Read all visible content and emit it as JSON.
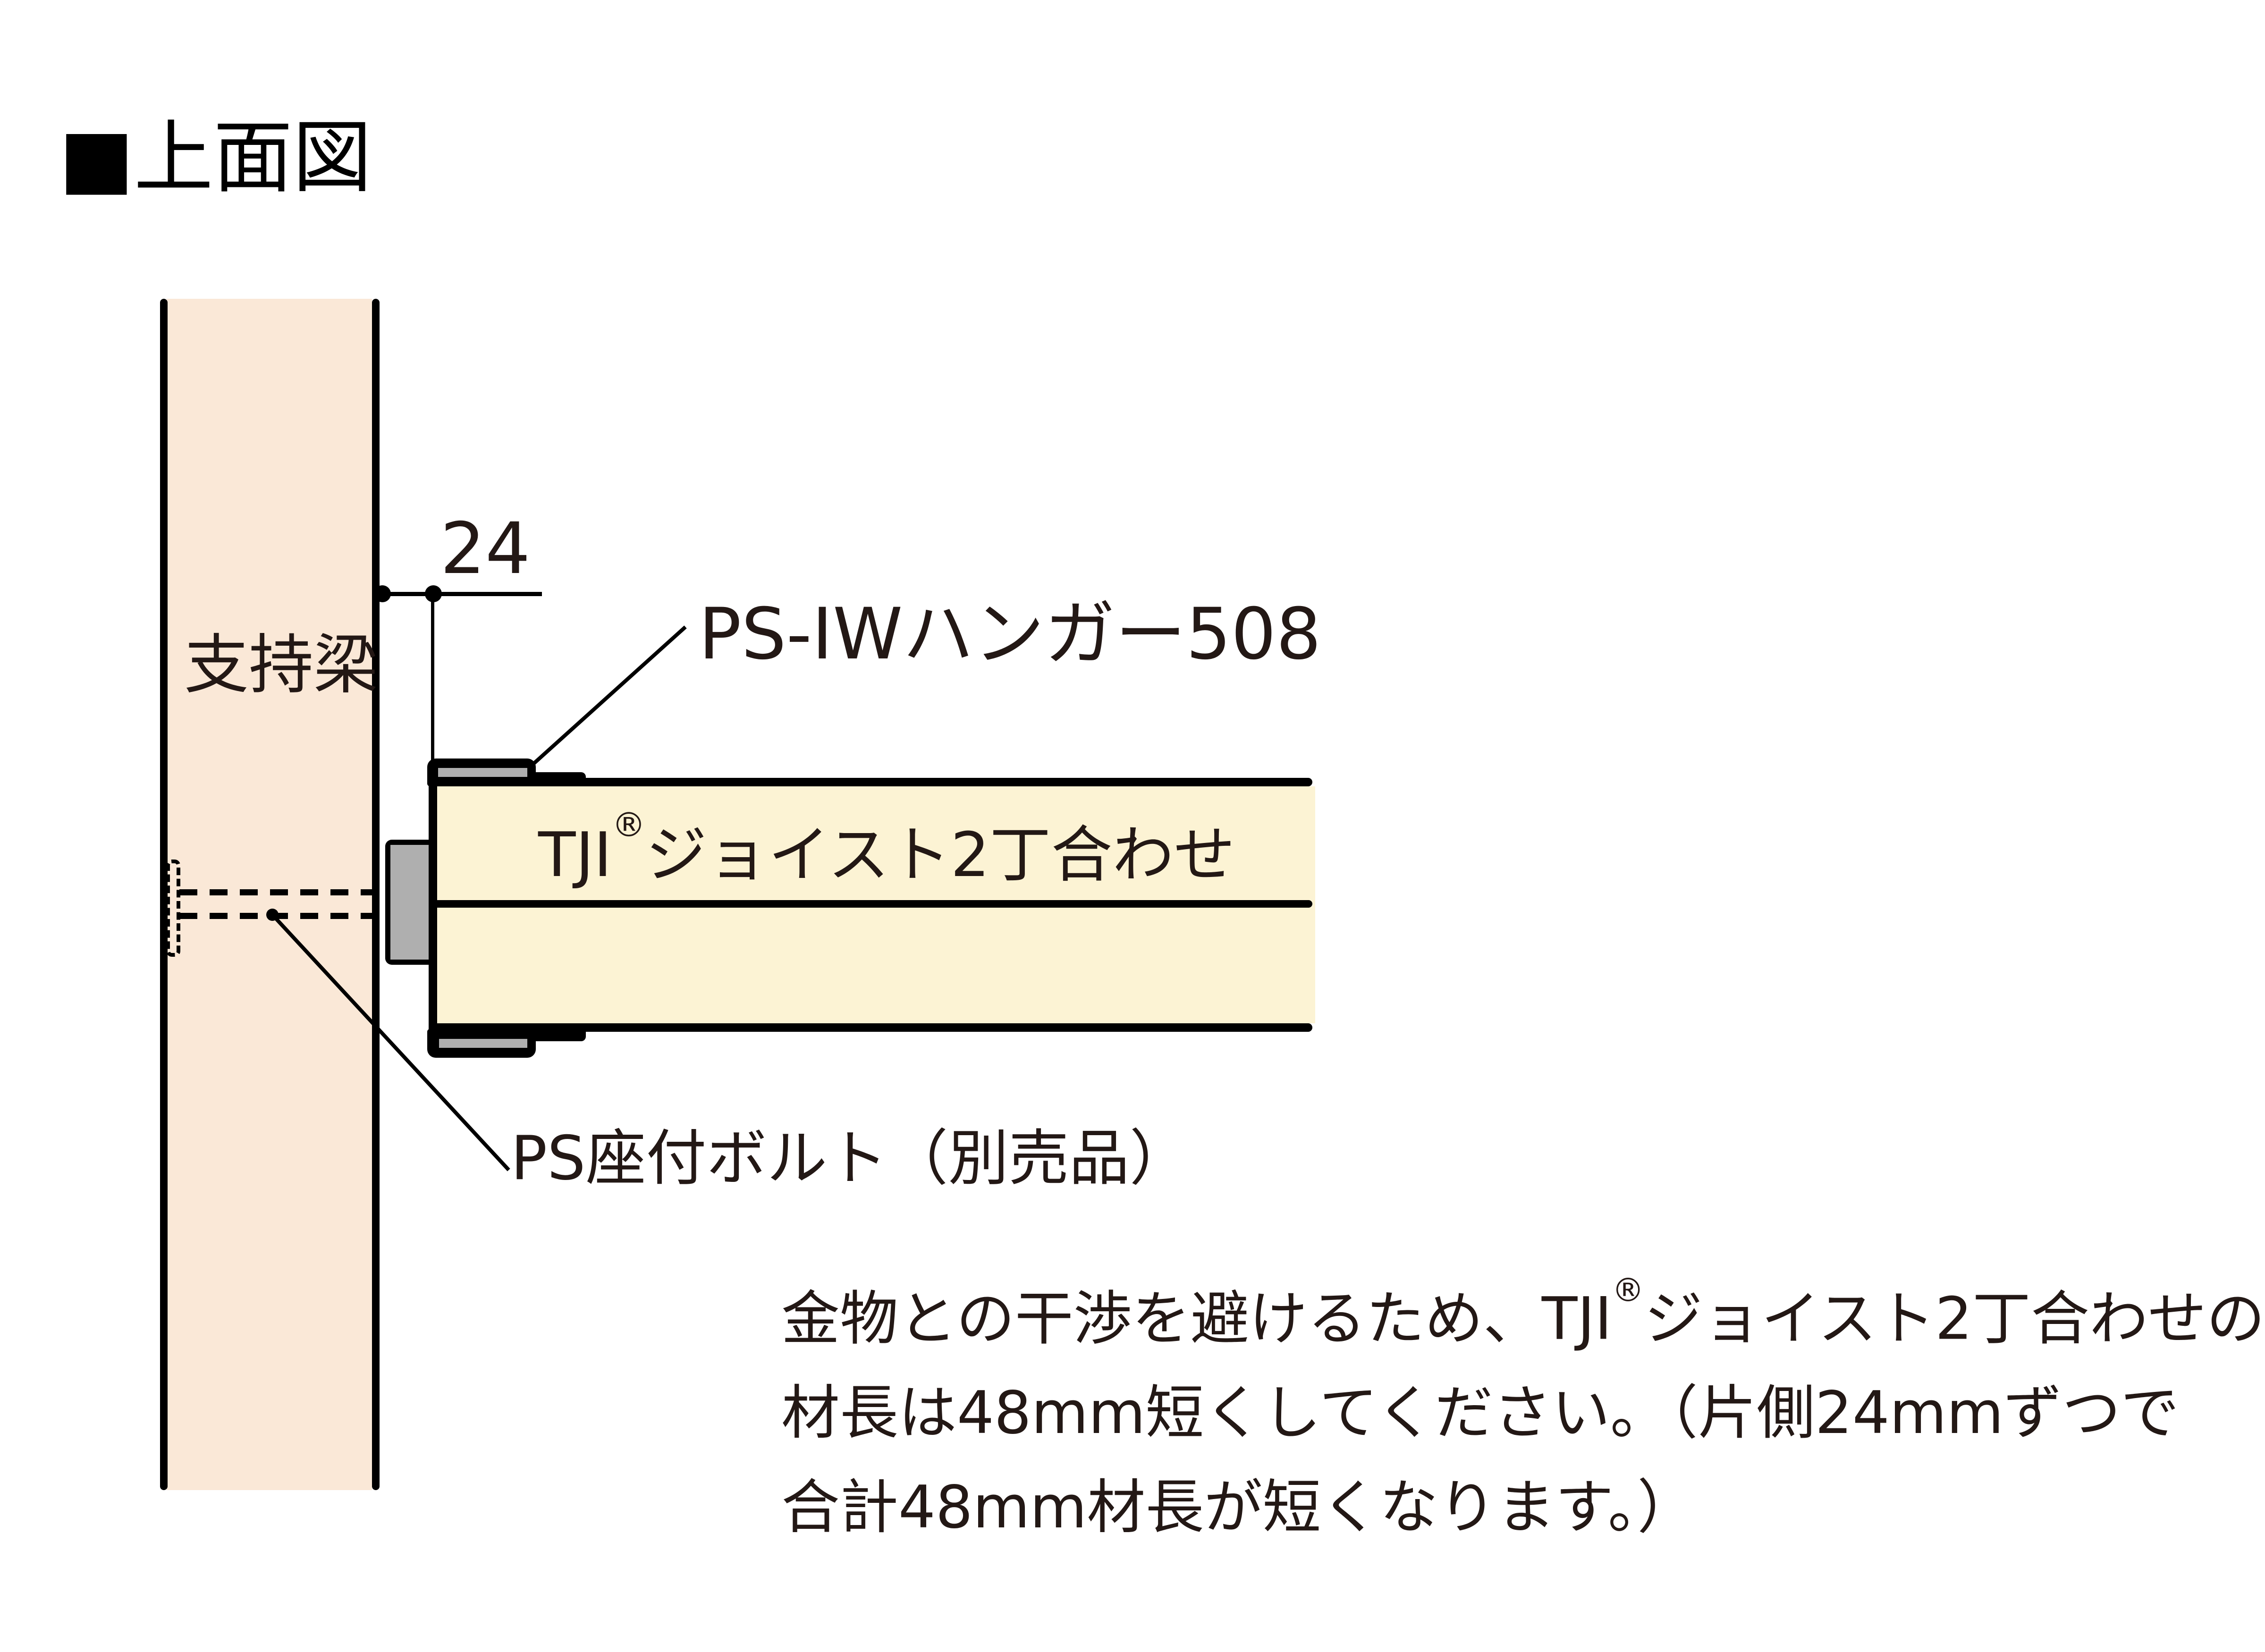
{
  "title": "■上面図",
  "colors": {
    "beam_fill": "#FAE8D7",
    "joist_fill": "#FCF3D4",
    "metal_gray": "#AFAFAF",
    "line_black": "#000000",
    "text_dark": "#231815"
  },
  "diagram": {
    "beam_label": "支持梁",
    "dimension_value": "24",
    "hanger_label": "PS-IWハンガー508",
    "joist_label": {
      "pre": "TJI",
      "sup": "®",
      "post": "ジョイスト2丁合わせ"
    },
    "bolt_label": "PS座付ボルト（別売品）"
  },
  "note": {
    "line1_pre": "金物との干渉を避けるため、TJI",
    "line1_sup": "®",
    "line1_post": "ジョイスト2丁合わせの",
    "line2": "材長は48mm短くしてください。（片側24mmずつで",
    "line3": "合計48mm材長が短くなります。）"
  }
}
